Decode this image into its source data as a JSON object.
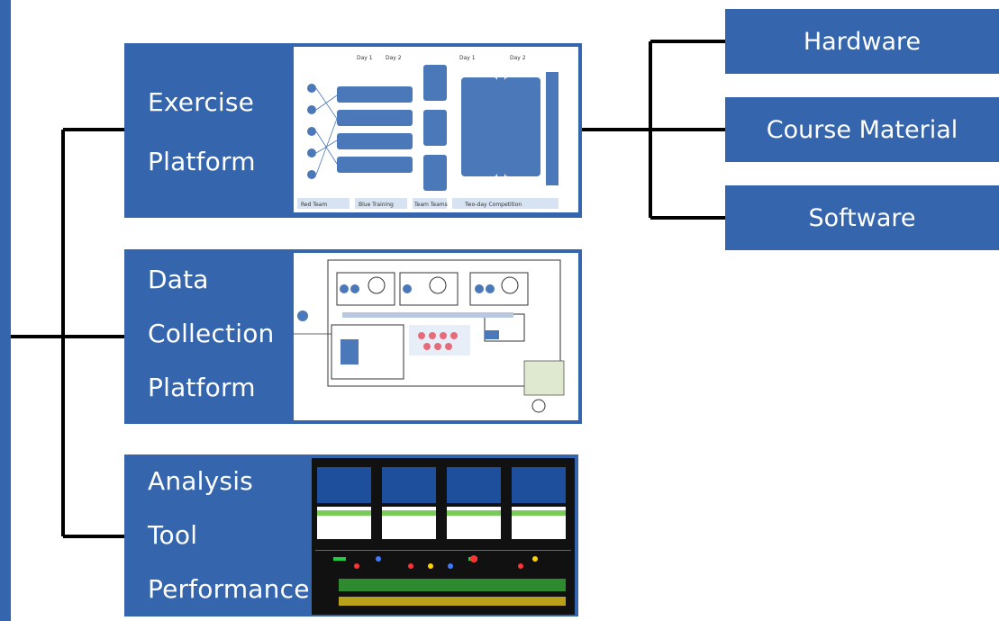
{
  "diagram": {
    "platforms": [
      {
        "lines": [
          "Exercise",
          "Platform"
        ]
      },
      {
        "lines": [
          "Data",
          "Collection",
          "Platform"
        ]
      },
      {
        "lines": [
          "Analysis",
          "Tool",
          "Performance"
        ]
      }
    ],
    "components": [
      "Hardware",
      "Course Material",
      "Software"
    ],
    "exercise_thumbnail": {
      "day_labels": [
        "Day 1",
        "Day 2",
        "Day 1",
        "Day 2"
      ],
      "footer_labels": [
        "Red Team",
        "Blue Training",
        "Team Teams",
        "Two-day Competition"
      ]
    }
  },
  "colors": {
    "box": "#3566ad",
    "line": "#000000",
    "thumb_bg": "#ffffff",
    "dashboard_bg": "#111111"
  }
}
